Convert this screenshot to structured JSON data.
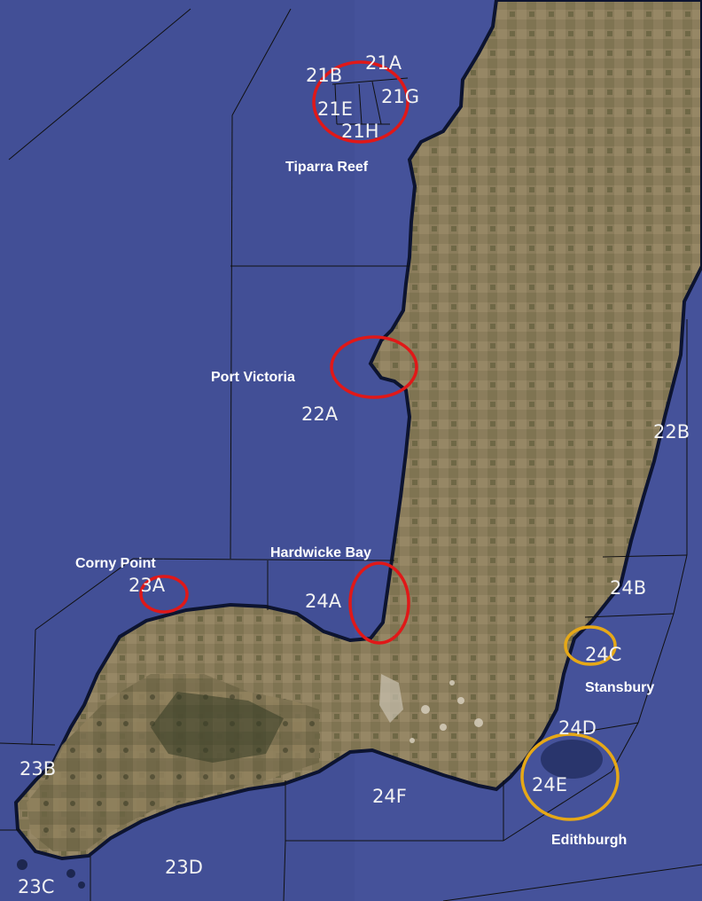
{
  "map": {
    "colors": {
      "sea": "#45529a",
      "land": "#8a7a58",
      "land_dark": "#4a4a30",
      "boundary": "#101010",
      "zone_label": "#f2f2f2",
      "place_label": "#ffffff",
      "circle_red": "#e01818",
      "circle_yellow": "#e6a817"
    },
    "zones": {
      "z21A": "21A",
      "z21B": "21B",
      "z21E": "21E",
      "z21G": "21G",
      "z21H": "21H",
      "z22A": "22A",
      "z22B": "22B",
      "z23A": "23A",
      "z23B": "23B",
      "z23C": "23C",
      "z23D": "23D",
      "z24A": "24A",
      "z24B": "24B",
      "z24C": "24C",
      "z24D": "24D",
      "z24E": "24E",
      "z24F": "24F"
    },
    "places": {
      "tiparra_reef": "Tiparra Reef",
      "port_victoria": "Port Victoria",
      "corny_point": "Corny Point",
      "hardwicke_bay": "Hardwicke Bay",
      "stansbury": "Stansbury",
      "edithburgh": "Edithburgh"
    },
    "highlighted_red": [
      "21A/21B/21E/21G/21H",
      "22A",
      "23A",
      "24A"
    ],
    "highlighted_yellow": [
      "24C",
      "24E"
    ]
  }
}
